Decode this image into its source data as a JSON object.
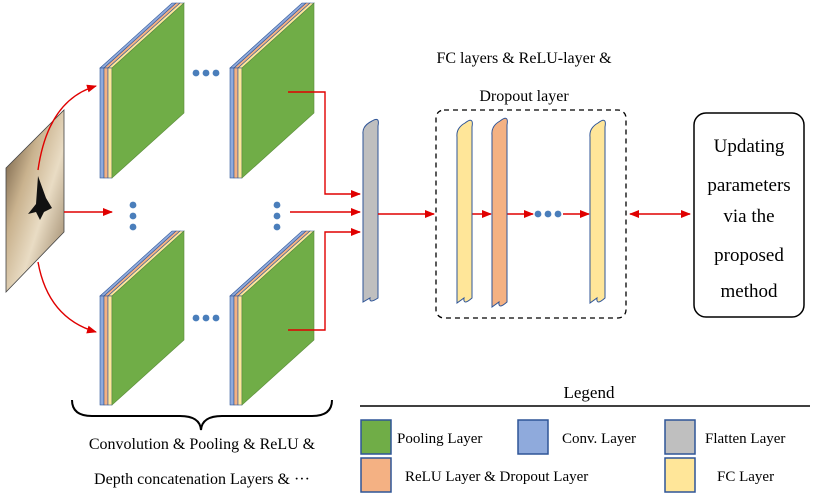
{
  "fc_group": {
    "title_line1": "FC layers & ReLU-layer &",
    "title_line2": "Dropout layer"
  },
  "update_box": {
    "lines": [
      "Updating",
      "parameters",
      "via the",
      "proposed",
      "method"
    ]
  },
  "feature_group": {
    "caption_line1": "Convolution & Pooling & ReLU &",
    "caption_line2": "Depth concatenation Layers & ···"
  },
  "legend": {
    "title": "Legend",
    "items": {
      "pooling": "Pooling Layer",
      "conv": "Conv. Layer",
      "flatten": "Flatten Layer",
      "relu_dropout": "ReLU Layer & Dropout Layer",
      "fc": "FC Layer"
    }
  },
  "colors": {
    "pooling": "#70ad47",
    "conv": "#8faadc",
    "relu": "#f4b183",
    "fc": "#ffe699",
    "flatten": "#bfbfbf",
    "arrow": "#e00000",
    "dot": "#4a7ebb",
    "outline": "#2f5597"
  }
}
